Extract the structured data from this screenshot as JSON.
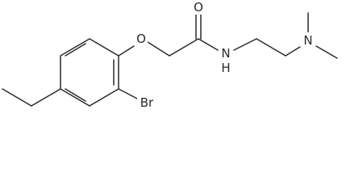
{
  "molecule": {
    "atoms": {
      "oxygen_ether": "O",
      "oxygen_carbonyl": "O",
      "nitrogen_amide": "N",
      "hydrogen_amide": "H",
      "nitrogen_amine": "N",
      "bromine": "Br"
    }
  }
}
